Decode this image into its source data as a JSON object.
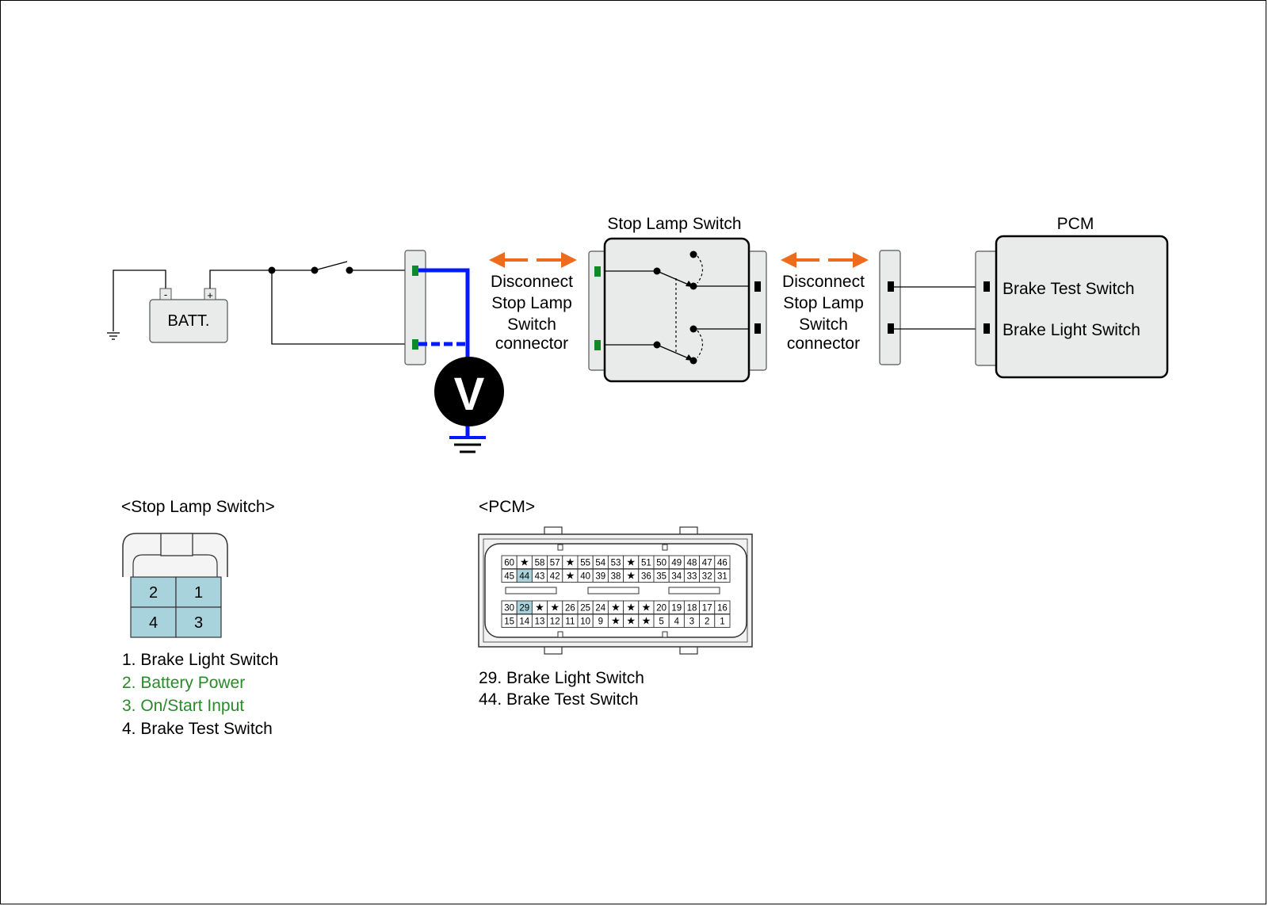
{
  "colors": {
    "wire": "#000000",
    "probe": "#0019ff",
    "connector_pin_green": "#0f8a2b",
    "connector_pin_black": "#000000",
    "box_fill": "#e9ebeb",
    "arrow": "#ee6b1e",
    "legend_green": "#2a8a2a",
    "pin_cell_fill": "#a8d3dc"
  },
  "circuit": {
    "battery_label": "BATT.",
    "battery_minus": "-",
    "battery_plus": "+",
    "voltmeter_label": "V",
    "disconnect_left": [
      "Disconnect",
      "Stop Lamp",
      "Switch",
      "connector"
    ],
    "disconnect_right": [
      "Disconnect",
      "Stop Lamp",
      "Switch",
      "connector"
    ],
    "stop_lamp_switch_title": "Stop Lamp Switch",
    "pcm_title": "PCM",
    "pcm_pin_brake_test": "Brake Test Switch",
    "pcm_pin_brake_light": "Brake Light Switch"
  },
  "stop_lamp_connector": {
    "title": "<Stop Lamp Switch>",
    "pins": [
      "2",
      "1",
      "4",
      "3"
    ],
    "legend": [
      {
        "text": "1. Brake Light Switch",
        "highlight": false
      },
      {
        "text": "2. Battery Power",
        "highlight": true
      },
      {
        "text": "3. On/Start Input",
        "highlight": true
      },
      {
        "text": "4. Brake Test Switch",
        "highlight": false
      }
    ]
  },
  "pcm_connector": {
    "title": "<PCM>",
    "rows": [
      [
        "60",
        "★",
        "58",
        "57",
        "★",
        "55",
        "54",
        "53",
        "★",
        "51",
        "50",
        "49",
        "48",
        "47",
        "46"
      ],
      [
        "45",
        "44",
        "43",
        "42",
        "★",
        "40",
        "39",
        "38",
        "★",
        "36",
        "35",
        "34",
        "33",
        "32",
        "31"
      ],
      [
        "30",
        "29",
        "★",
        "★",
        "26",
        "25",
        "24",
        "★",
        "★",
        "★",
        "20",
        "19",
        "18",
        "17",
        "16"
      ],
      [
        "15",
        "14",
        "13",
        "12",
        "11",
        "10",
        "9",
        "★",
        "★",
        "★",
        "5",
        "4",
        "3",
        "2",
        "1"
      ]
    ],
    "highlighted_pins": [
      "44",
      "29"
    ],
    "legend": [
      "29. Brake Light Switch",
      "44. Brake Test Switch"
    ]
  }
}
